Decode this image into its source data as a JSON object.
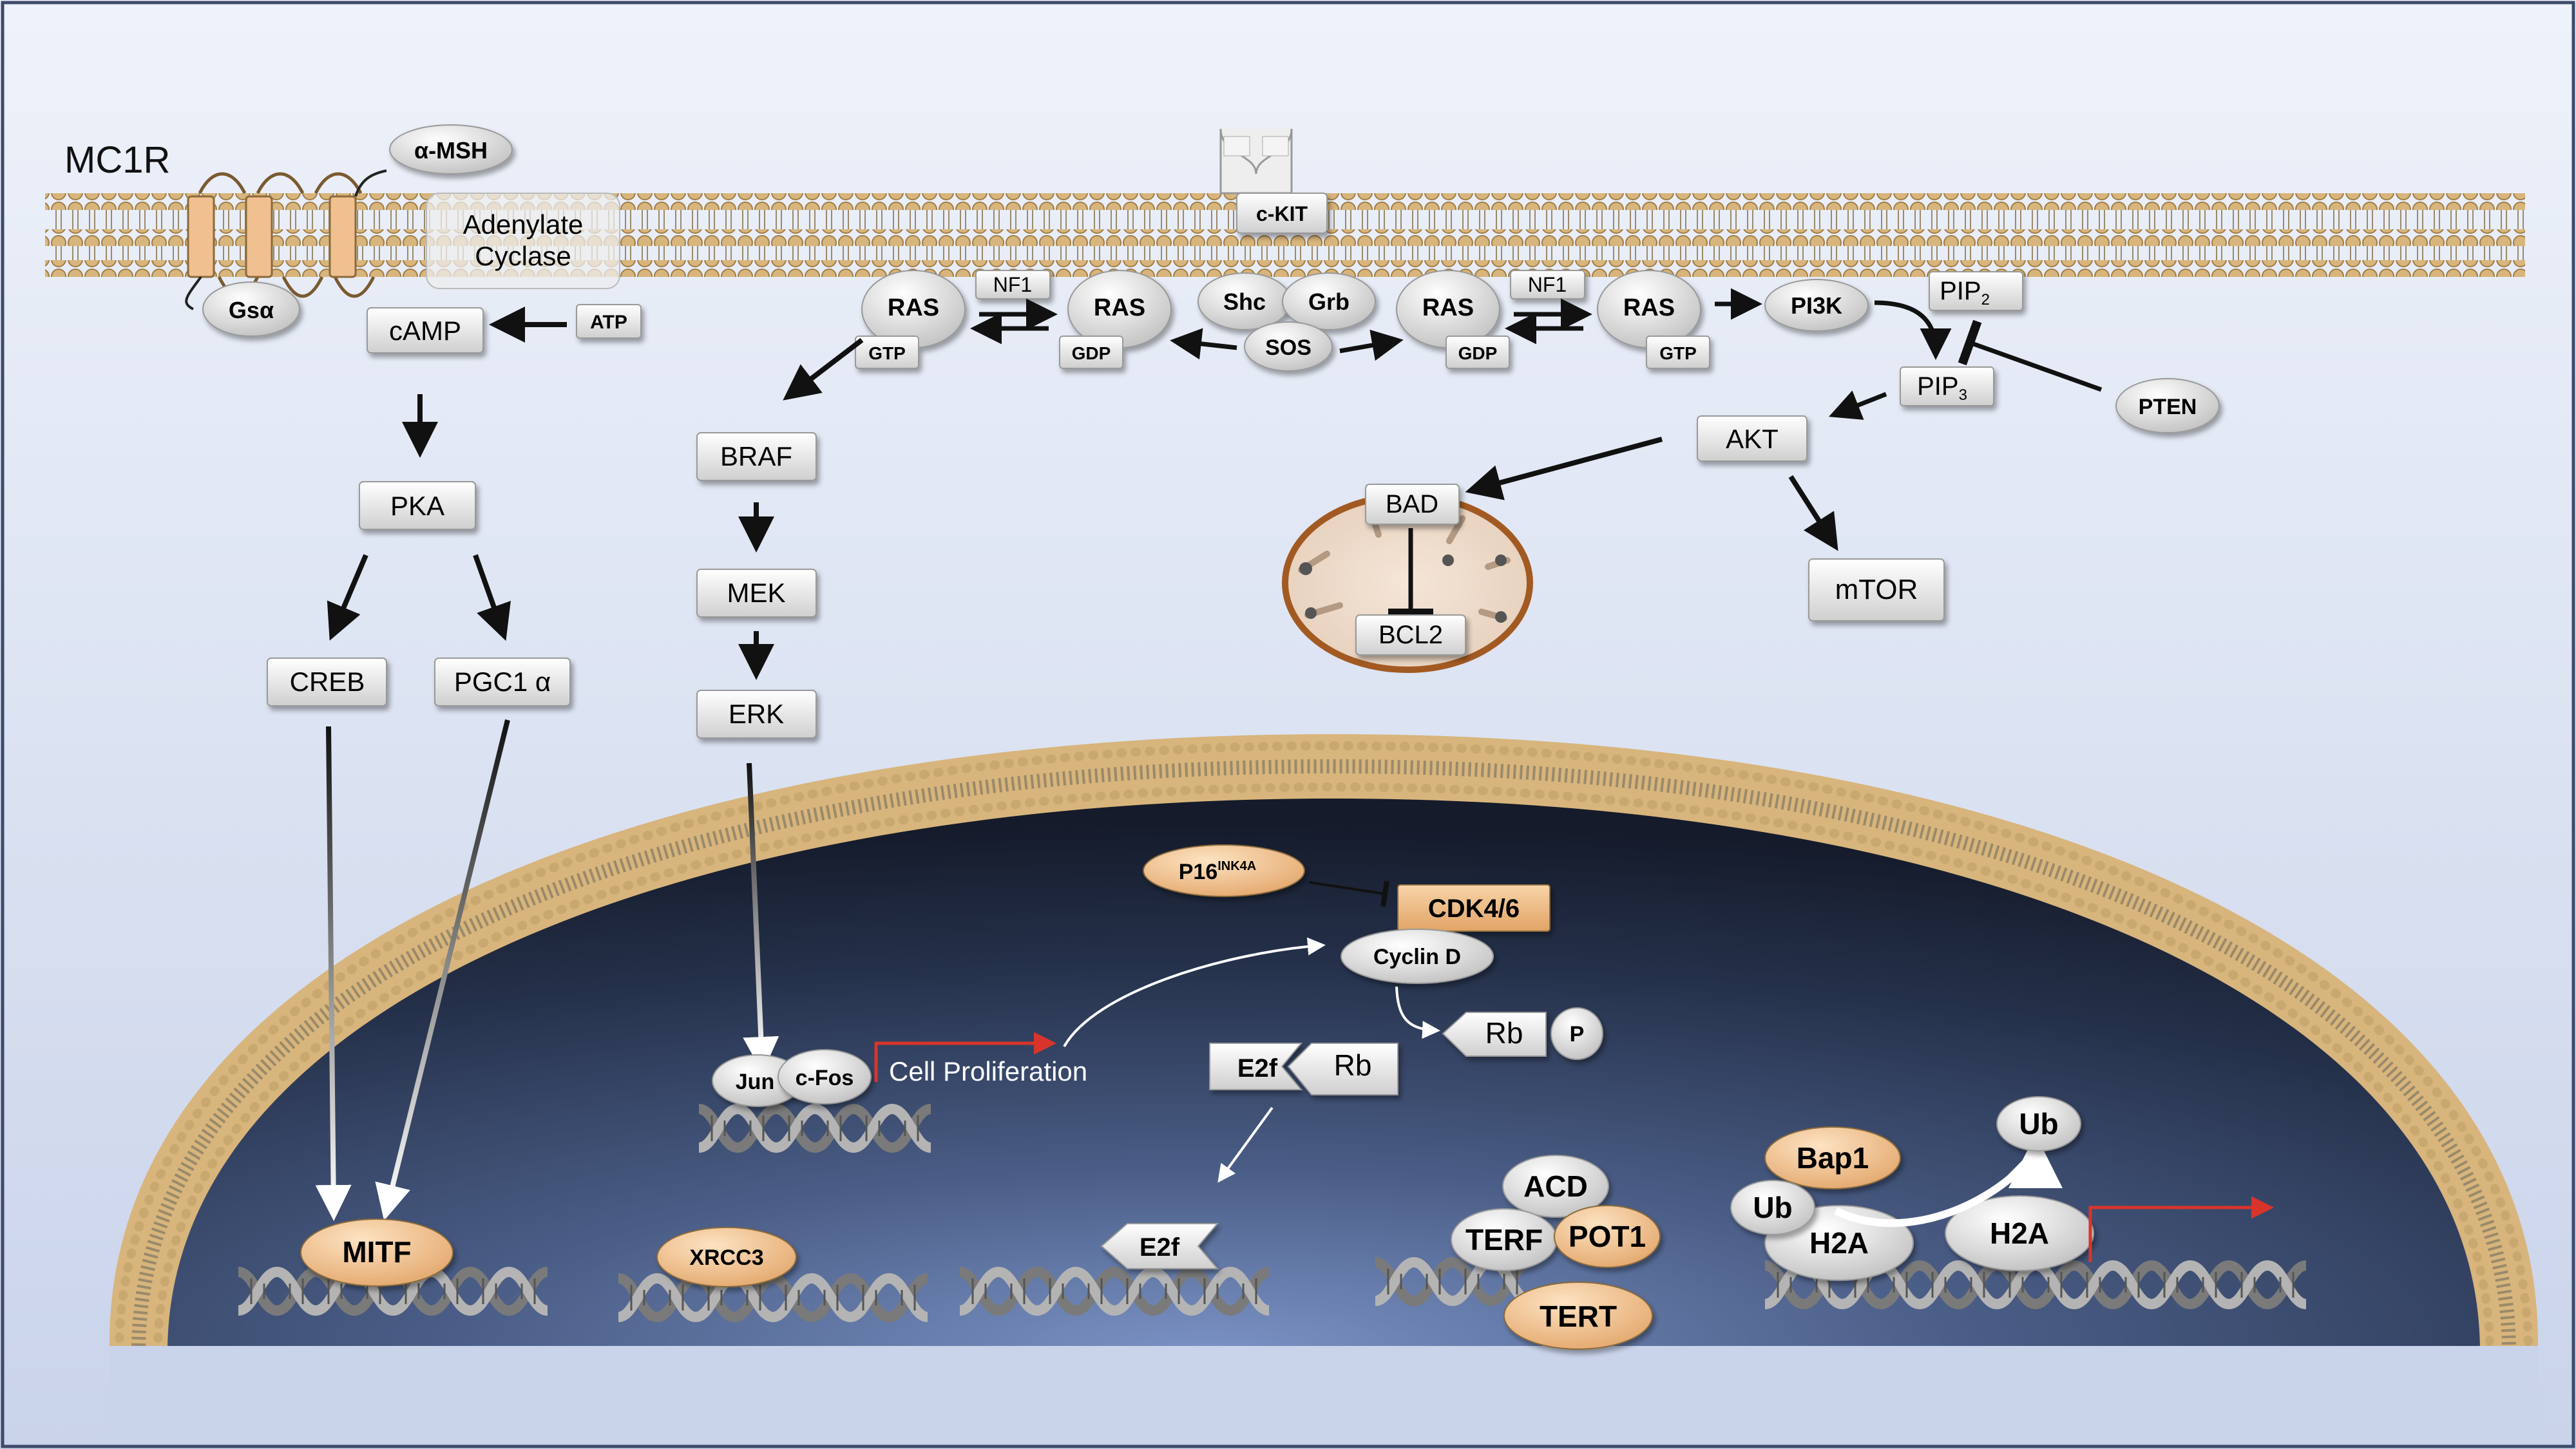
{
  "membrane": {
    "receptor_label": "MC1R"
  },
  "nodes": {
    "msh": "α-MSH",
    "adenylate_line1": "Adenylate",
    "adenylate_line2": "Cyclase",
    "gs": "Gsα",
    "camp": "cAMP",
    "atp": "ATP",
    "pka": "PKA",
    "creb": "CREB",
    "pgc1": "PGC1 α",
    "ckit": "c-KIT",
    "ras": "RAS",
    "gtp": "GTP",
    "gdp": "GDP",
    "nf1": "NF1",
    "shc": "Shc",
    "grb": "Grb",
    "sos": "SOS",
    "pi3k": "PI3K",
    "pip2": "PIP",
    "pip2_sub": "2",
    "pip3": "PIP",
    "pip3_sub": "3",
    "pten": "PTEN",
    "akt": "AKT",
    "bad": "BAD",
    "bcl2": "BCL2",
    "mtor": "mTOR",
    "braf": "BRAF",
    "mek": "MEK",
    "erk": "ERK",
    "jun": "Jun",
    "cfos": "c-Fos",
    "cell_prolif": "Cell Proliferation",
    "p16": "P16",
    "p16_sup": "INK4A",
    "cdk": "CDK4/6",
    "cyclind": "Cyclin D",
    "rb": "Rb",
    "p": "P",
    "e2f": "E2f",
    "mitf": "MITF",
    "xrcc3": "XRCC3",
    "acd": "ACD",
    "terf": "TERF",
    "pot1": "POT1",
    "tert": "TERT",
    "bap1": "Bap1",
    "ub": "Ub",
    "h2a": "H2A"
  },
  "colors": {
    "membrane_head": "#d8b57c",
    "receptor_tan": "#f0c090",
    "label_box": "#ececec",
    "oval_grey": "#d8d8d8",
    "nucleus_dark": "#1b2438",
    "nucleus_light": "#7289b8",
    "background": "#dde4f3",
    "red_arrow": "#d9342b"
  }
}
